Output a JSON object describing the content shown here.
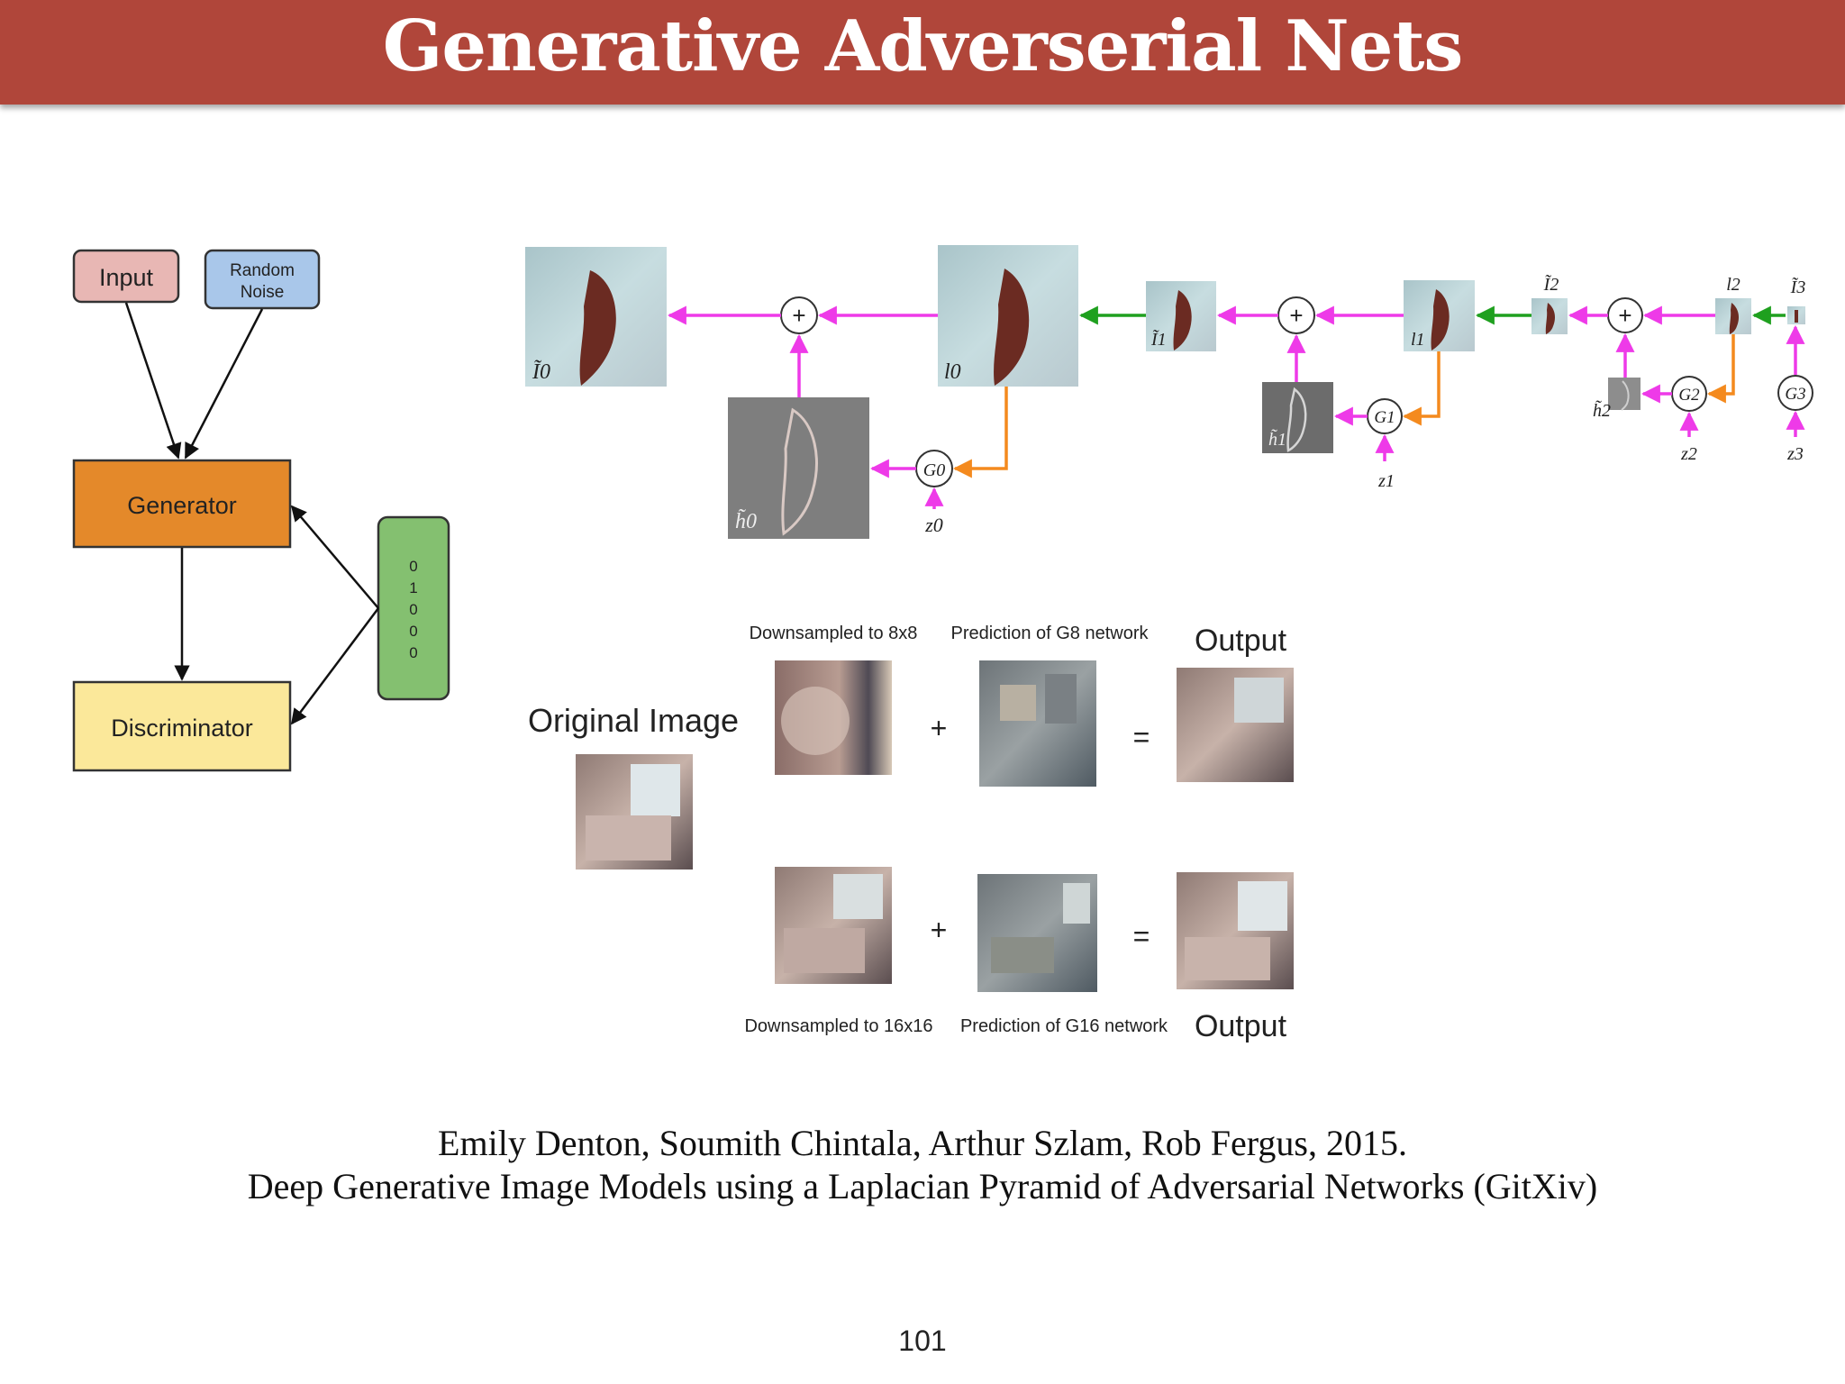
{
  "slide": {
    "title": "Generative Adverserial Nets",
    "page_number": "101"
  },
  "gan_diagram": {
    "input_label": "Input",
    "noise_label_line1": "Random",
    "noise_label_line2": "Noise",
    "generator_label": "Generator",
    "discriminator_label": "Discriminator",
    "output_vector": [
      "0",
      "1",
      "0",
      "0",
      "0"
    ],
    "colors": {
      "input": "#e8b7b4",
      "noise": "#a9c7ea",
      "generator": "#e4892a",
      "discriminator": "#fbe89a",
      "vector": "#84c070"
    }
  },
  "laplacian_pyramid": {
    "plus_sign": "+",
    "labels": {
      "I0_tilde": "Ĩ0",
      "I0": "l0",
      "h0_tilde": "h̃0",
      "G0": "G0",
      "z0": "z0",
      "I1_tilde": "Ĩ1",
      "I1": "l1",
      "h1_tilde": "h̃1",
      "G1": "G1",
      "z1": "z1",
      "I2_tilde": "Ĩ2",
      "I2": "l2",
      "h2_tilde": "h̃2",
      "G2": "G2",
      "z2": "z2",
      "I3_tilde": "Ĩ3",
      "G3": "G3",
      "z3": "z3"
    },
    "colors": {
      "magenta": "#ee3ae8",
      "orange": "#f48a1e",
      "green": "#1fa01f"
    }
  },
  "sample_results": {
    "original_label": "Original Image",
    "row1": {
      "downsampled_label": "Downsampled to 8x8",
      "prediction_label": "Prediction of G8 network",
      "output_label": "Output"
    },
    "row2": {
      "downsampled_label": "Downsampled to 16x16",
      "prediction_label": "Prediction of G16 network",
      "output_label": "Output"
    },
    "plus": "+",
    "equals": "="
  },
  "citation": {
    "line1": "Emily Denton, Soumith Chintala, Arthur Szlam, Rob Fergus, 2015.",
    "line2": "Deep Generative Image Models using a Laplacian Pyramid of Adversarial Networks (GitXiv)"
  }
}
